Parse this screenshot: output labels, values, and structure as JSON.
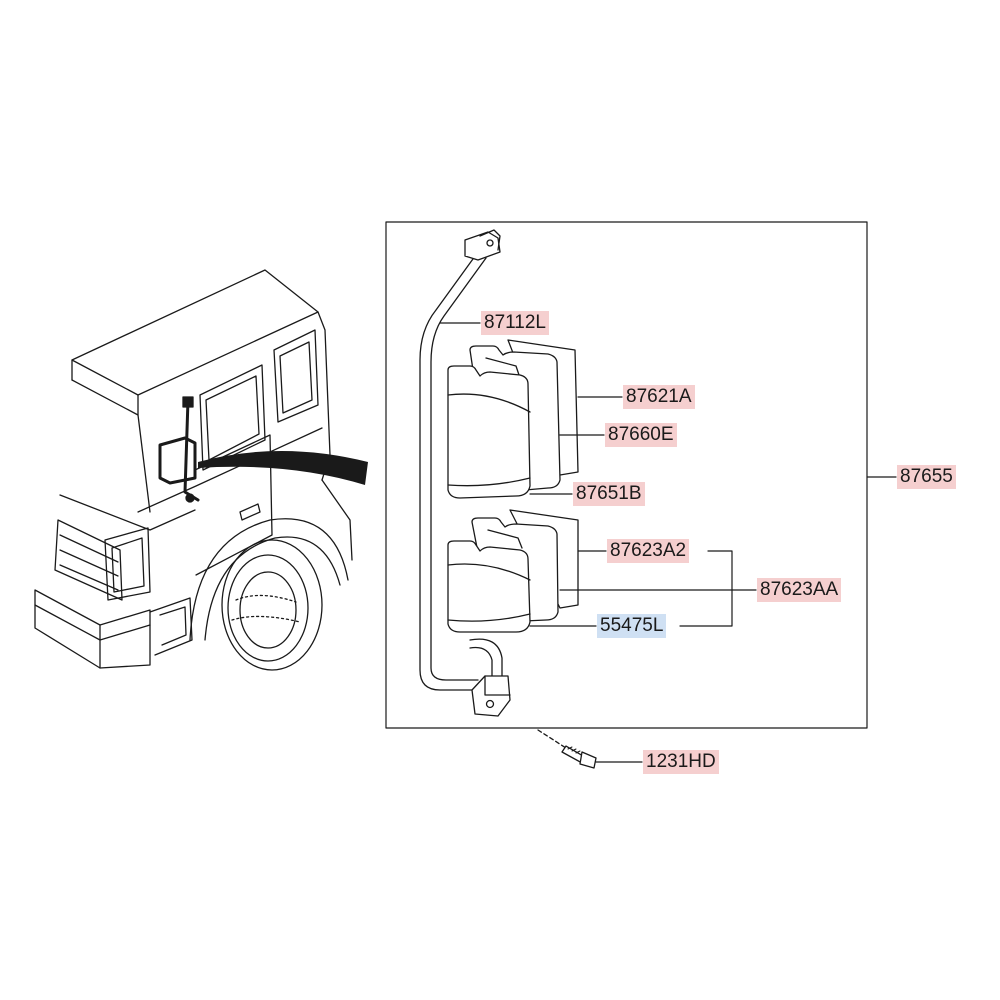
{
  "labels": {
    "p87112L": "87112L",
    "p87621A": "87621A",
    "p87660E": "87660E",
    "p87651B": "87651B",
    "p87655": "87655",
    "p87623A2": "87623A2",
    "p87623AA": "87623AA",
    "p55475L": "55475L",
    "p1231HD": "1231HD"
  },
  "colors": {
    "line": "#1a1a1a",
    "label_highlight": "#f5cfcf",
    "label_highlight_alt": "#cfe0f3",
    "background": "#ffffff"
  }
}
